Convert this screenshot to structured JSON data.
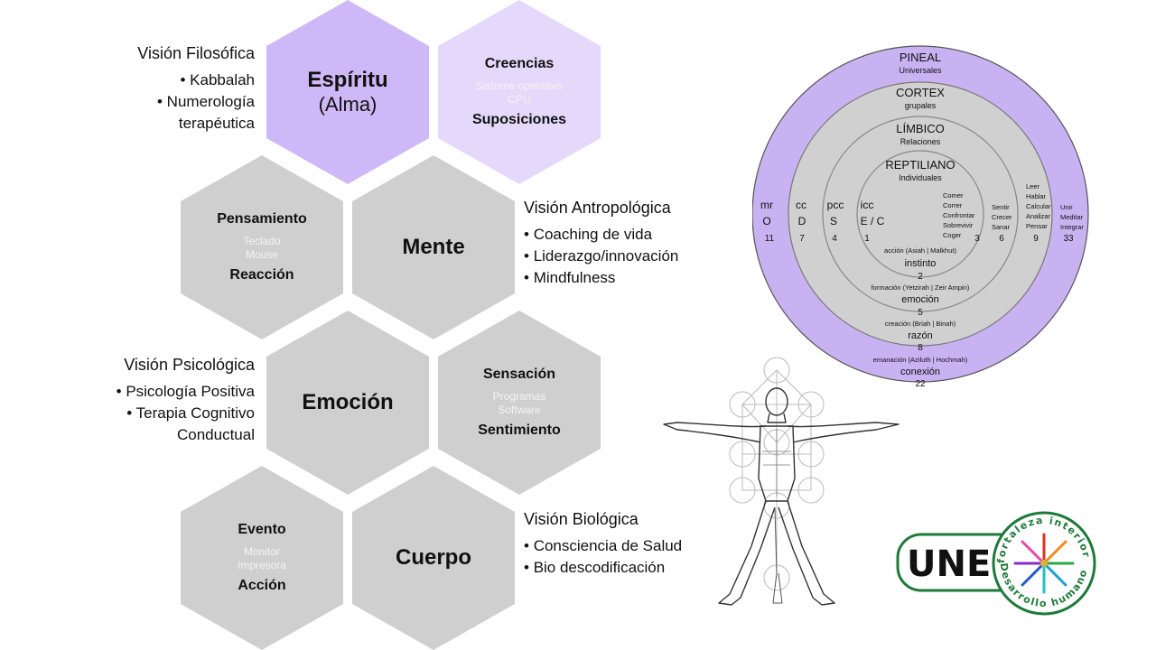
{
  "hexagons": {
    "espiritu": {
      "title": "Espíritu",
      "title2": "(Alma)"
    },
    "creencias": {
      "top": "Creencias",
      "tiny1": "Sistema operativo",
      "tiny2": "CPU",
      "bottom": "Suposiciones"
    },
    "pensamiento": {
      "top": "Pensamiento",
      "tiny1": "Teclado",
      "tiny2": "Mouse",
      "bottom": "Reacción"
    },
    "mente": {
      "title": "Mente"
    },
    "emocion": {
      "title": "Emoción"
    },
    "sensacion": {
      "top": "Sensación",
      "tiny1": "Programas",
      "tiny2": "Software",
      "bottom": "Sentimiento"
    },
    "evento": {
      "top": "Evento",
      "tiny1": "Monitor",
      "tiny2": "Impresora",
      "bottom": "Acción"
    },
    "cuerpo": {
      "title": "Cuerpo"
    }
  },
  "visions": {
    "filosofica": {
      "title": "Visión Filosófica",
      "items": [
        "Kabbalah",
        "Numerología",
        "terapéutica"
      ]
    },
    "antropologica": {
      "title": "Visión Antropológica",
      "items": [
        "Coaching de vida",
        "Liderazgo/innovación",
        "Mindfulness"
      ]
    },
    "psicologica": {
      "title": "Visión Psicológica",
      "items": [
        "Psicología Positiva",
        "Terapia Cognitivo",
        "Conductual"
      ]
    },
    "biologica": {
      "title": "Visión Biológica",
      "items": [
        "Consciencia de Salud",
        "Bio descodificación"
      ]
    }
  },
  "brain": {
    "pineal": {
      "name": "PINEAL",
      "sub": "Universales"
    },
    "cortex": {
      "name": "CORTEX",
      "sub": "grupales"
    },
    "limbico": {
      "name": "LÍMBICO",
      "sub": "Relaciones"
    },
    "reptiliano": {
      "name": "REPTILIANO",
      "sub": "Individuales"
    },
    "left": {
      "mr": [
        "mr",
        "O",
        "11"
      ],
      "cc": [
        "cc",
        "D",
        "7"
      ],
      "pcc": [
        "pcc",
        "S",
        "4"
      ],
      "icc": [
        "icc",
        "E / C",
        "1"
      ]
    },
    "inner_verbs": [
      "Comer",
      "Correr",
      "Confrontar",
      "Sobrevivir",
      "Coger"
    ],
    "inner_num": "3",
    "ring3_verbs": [
      "Sentir",
      "Crecer",
      "Sanar"
    ],
    "ring3_num": "6",
    "ring2_verbs": [
      "Leer",
      "Hablar",
      "Calcular",
      "Analizar",
      "Pensar"
    ],
    "ring2_num": "9",
    "ring1_verbs": [
      "Unir",
      "Meditar",
      "Integrar"
    ],
    "ring1_num": "33",
    "bottom": [
      {
        "world": "acción (Asiah | Malkhut)",
        "name": "instinto",
        "num": "2"
      },
      {
        "world": "formación (Yetzirah | Zeir Ampin)",
        "name": "emoción",
        "num": "5"
      },
      {
        "world": "creación (Briah | Binah)",
        "name": "razón",
        "num": "8"
      },
      {
        "world": "emanación (Aziluth | Hochmah)",
        "name": "conexión",
        "num": "22"
      }
    ]
  },
  "logo": {
    "main": "UNE",
    "top_arc": "fortaleza interior",
    "bottom_arc": "Desarrollo humano"
  },
  "colors": {
    "hex_gray": "#cfcfcf",
    "hex_purple": "#cfb8f7",
    "hex_lavender": "#e4d8fb",
    "ring_purple": "#c9b2f2",
    "logo_green": "#1e7a3a"
  }
}
